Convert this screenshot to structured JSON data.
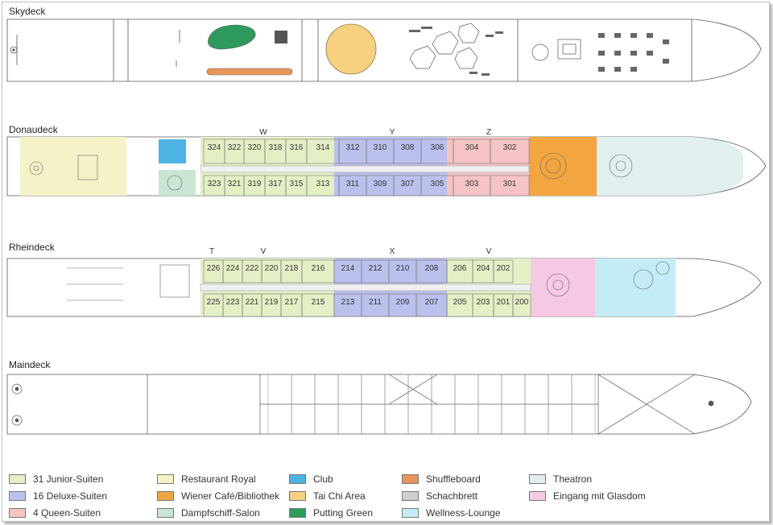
{
  "decks": {
    "skydeck": "Skydeck",
    "donaudeck": "Donaudeck",
    "rheindeck": "Rheindeck",
    "maindeck": "Maindeck"
  },
  "section_letters": {
    "donau": [
      "W",
      "Y",
      "Z"
    ],
    "rhein": [
      "T",
      "V",
      "X",
      "V"
    ]
  },
  "cabins": {
    "donau_top": [
      "324",
      "322",
      "320",
      "318",
      "316",
      "314",
      "312",
      "310",
      "308",
      "306",
      "304",
      "302"
    ],
    "donau_bottom": [
      "323",
      "321",
      "319",
      "317",
      "315",
      "313",
      "311",
      "309",
      "307",
      "305",
      "303",
      "301"
    ],
    "rhein_top": [
      "226",
      "224",
      "222",
      "220",
      "218",
      "216",
      "214",
      "212",
      "210",
      "208",
      "206",
      "204",
      "202"
    ],
    "rhein_bottom": [
      "225",
      "223",
      "221",
      "219",
      "217",
      "215",
      "213",
      "211",
      "209",
      "207",
      "205",
      "203",
      "201",
      "200"
    ]
  },
  "legend": [
    {
      "label": "31 Junior-Suiten",
      "color": "#e4efc6"
    },
    {
      "label": "16 Deluxe-Suiten",
      "color": "#bcc0ec"
    },
    {
      "label": "4 Queen-Suiten",
      "color": "#f6c4c4"
    },
    {
      "label": "Restaurant Royal",
      "color": "#f4f2c6"
    },
    {
      "label": "Wiener Café/Bibliothek",
      "color": "#f2a540"
    },
    {
      "label": "Dampfschiff-Salon",
      "color": "#c8e6d3"
    },
    {
      "label": "Club",
      "color": "#4cb3e4"
    },
    {
      "label": "Tai Chi Area",
      "color": "#f7d080"
    },
    {
      "label": "Putting Green",
      "color": "#2e9a5e"
    },
    {
      "label": "Shuffleboard",
      "color": "#e8955a"
    },
    {
      "label": "Schachbrett",
      "color": "#cfcfcf"
    },
    {
      "label": "Wellness-Lounge",
      "color": "#c4ecf6"
    },
    {
      "label": "Theatron",
      "color": "#e2efef"
    },
    {
      "label": "Eingang mit Glasdom",
      "color": "#f6c8e4"
    }
  ]
}
